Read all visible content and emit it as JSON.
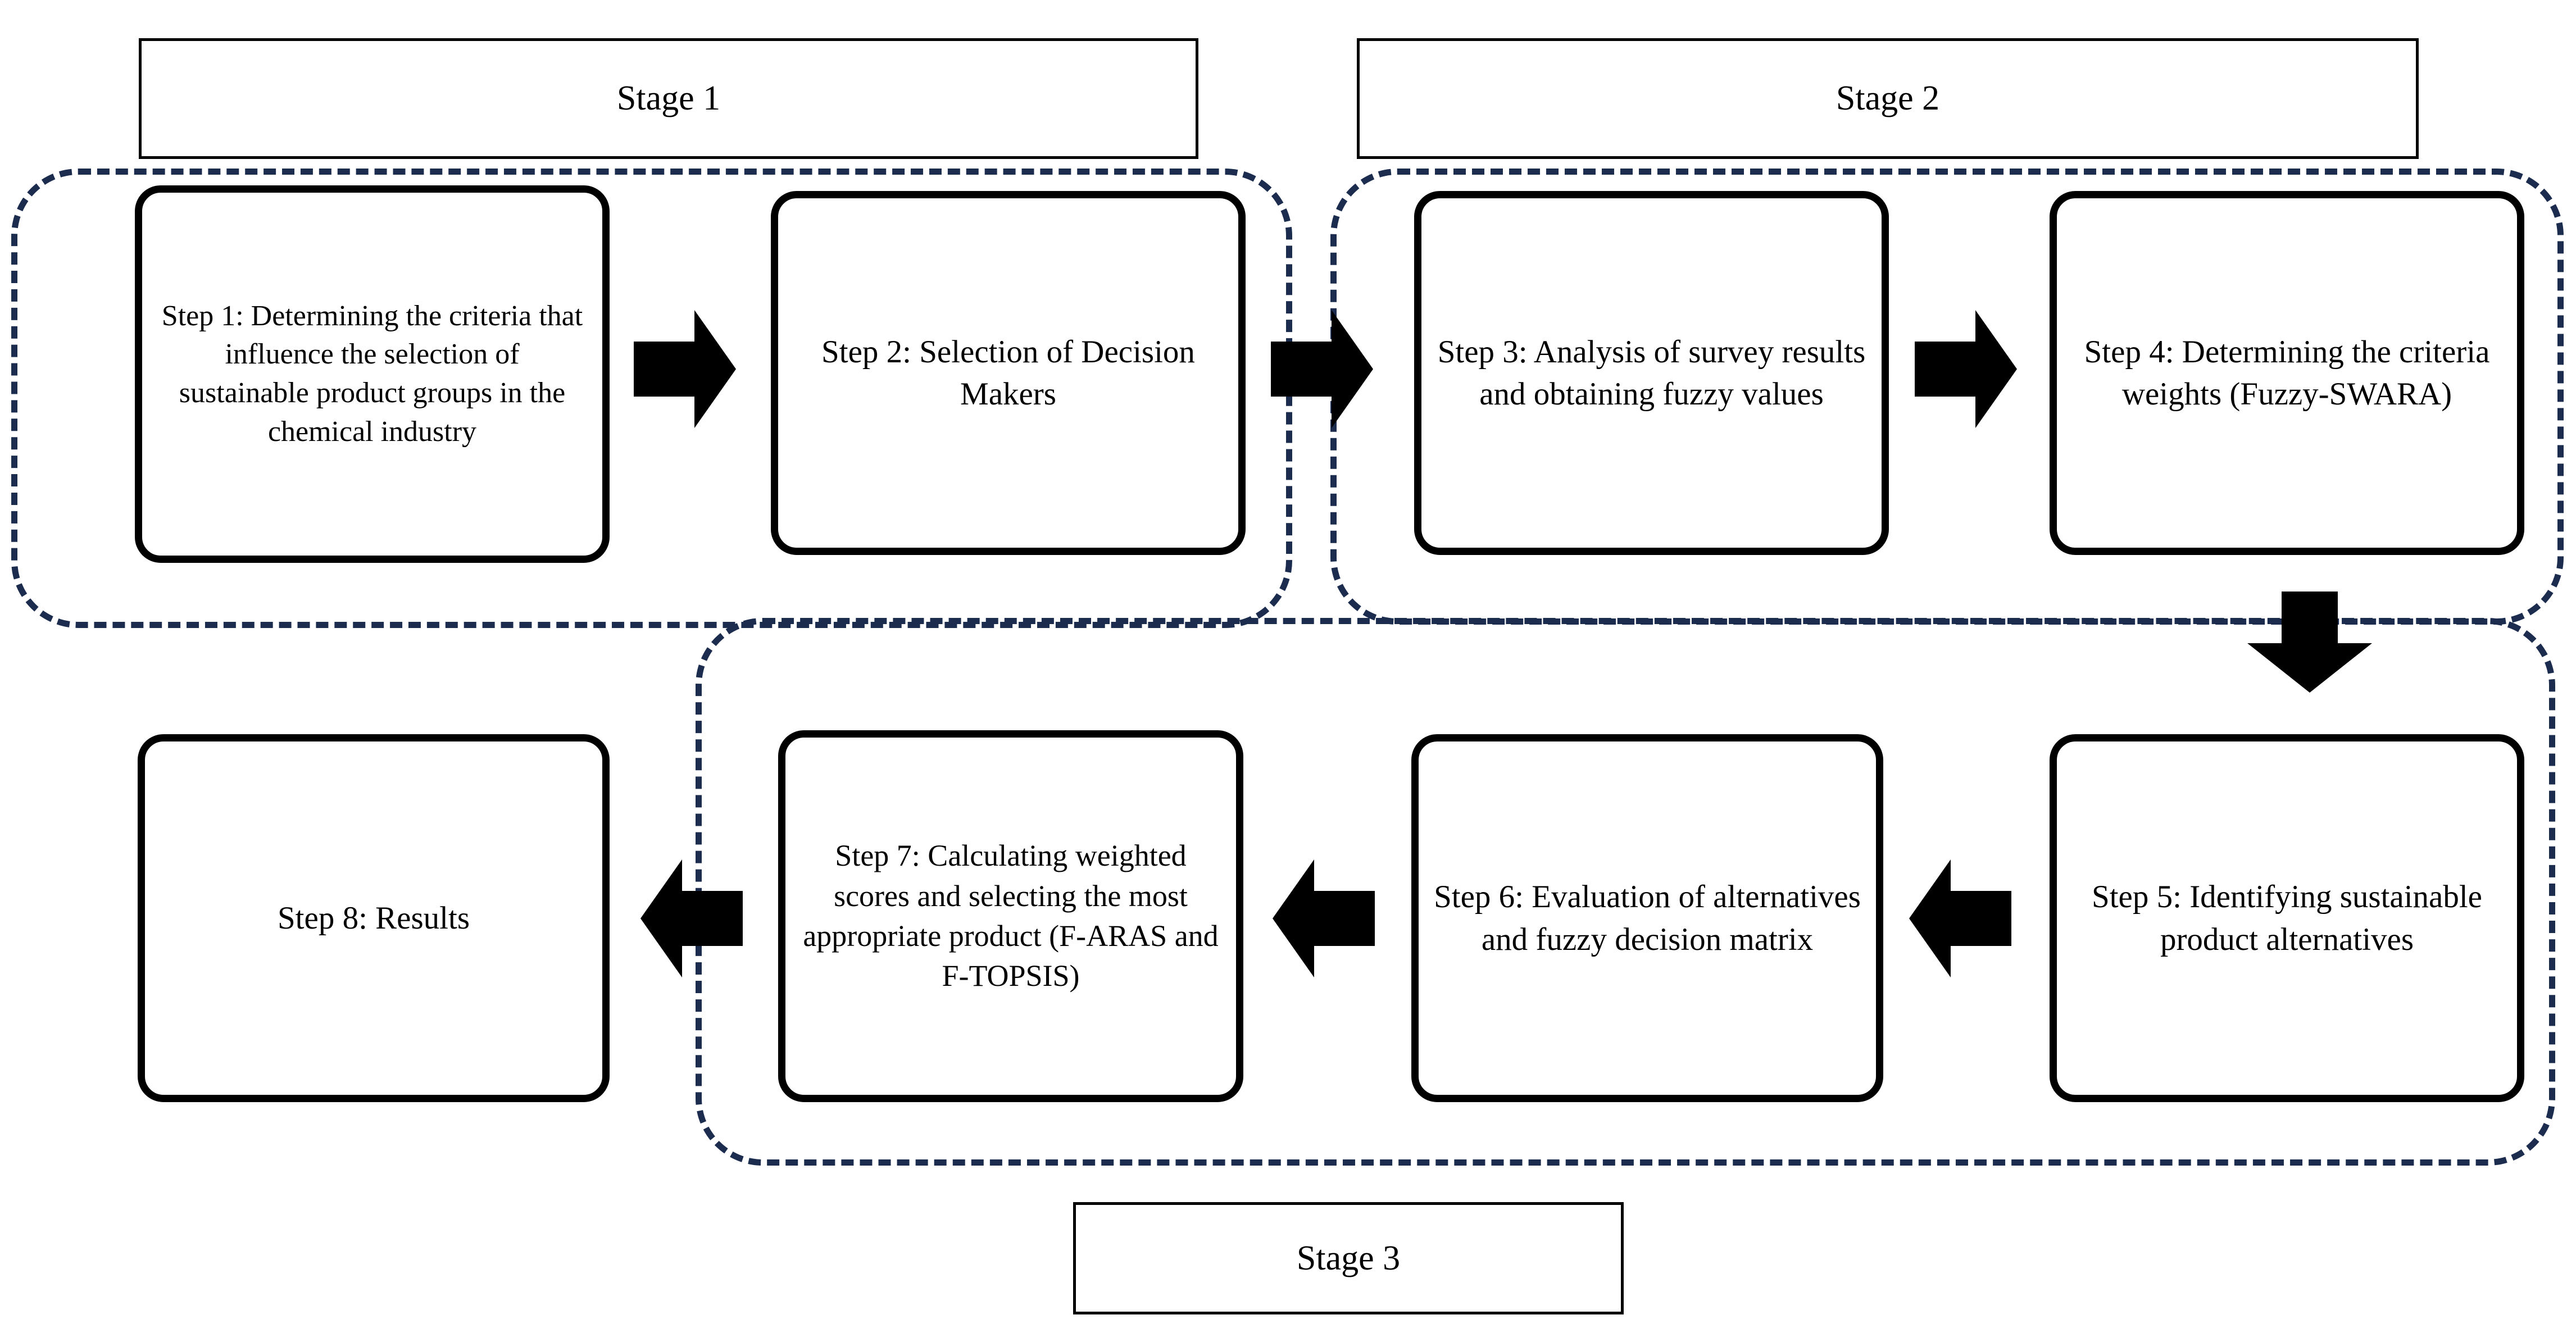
{
  "diagram": {
    "title": "Sustainable product selection methodology flowchart",
    "accent_color": "#1b2c4e",
    "line_color": "#000000",
    "background": "#ffffff"
  },
  "stages": [
    {
      "id": "stage-1",
      "label": "Stage 1"
    },
    {
      "id": "stage-2",
      "label": "Stage 2"
    },
    {
      "id": "stage-3",
      "label": "Stage 3"
    }
  ],
  "steps": [
    {
      "id": "step-1",
      "label": "Step 1: Determining the criteria that influence the selection of sustainable product groups in the chemical industry"
    },
    {
      "id": "step-2",
      "label": "Step 2: Selection of Decision Makers"
    },
    {
      "id": "step-3",
      "label": "Step 3: Analysis of survey results and obtaining fuzzy values"
    },
    {
      "id": "step-4",
      "label": "Step 4: Determining the criteria weights (Fuzzy-SWARA)"
    },
    {
      "id": "step-5",
      "label": "Step 5: Identifying sustainable product alternatives"
    },
    {
      "id": "step-6",
      "label": "Step 6: Evaluation of alternatives and fuzzy decision matrix"
    },
    {
      "id": "step-7",
      "label": "Step 7: Calculating weighted scores and selecting the most appropriate product (F-ARAS and F-TOPSIS)"
    },
    {
      "id": "step-8",
      "label": "Step 8: Results"
    }
  ],
  "connectors": [
    {
      "id": "arrow-step1-step2",
      "direction": "right"
    },
    {
      "id": "arrow-step2-step3",
      "direction": "right"
    },
    {
      "id": "arrow-step3-step4",
      "direction": "right"
    },
    {
      "id": "arrow-step4-step5",
      "direction": "down"
    },
    {
      "id": "arrow-step5-step6",
      "direction": "left"
    },
    {
      "id": "arrow-step6-step7",
      "direction": "left"
    },
    {
      "id": "arrow-step7-step8",
      "direction": "left"
    }
  ]
}
